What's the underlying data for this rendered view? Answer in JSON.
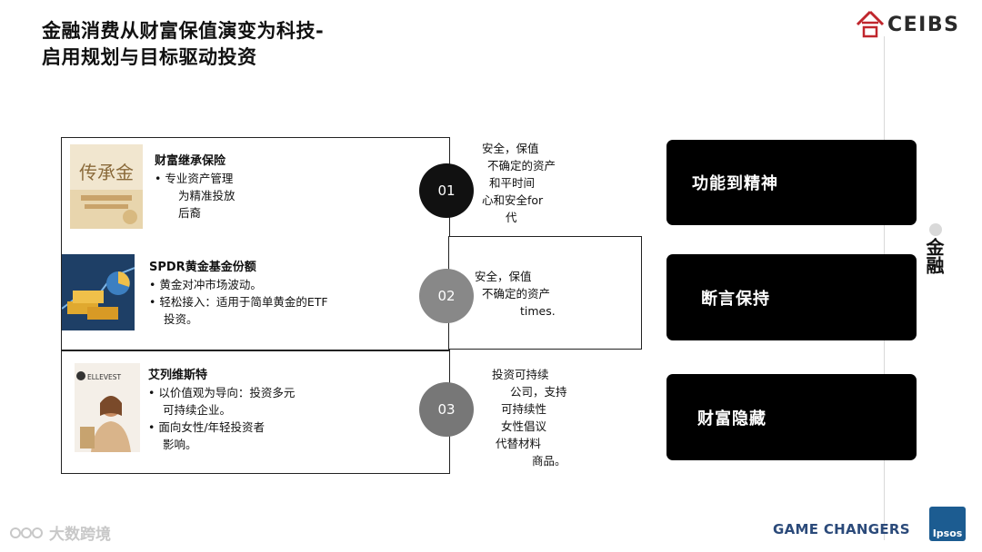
{
  "title": {
    "line1": "金融消费从财富保值演变为科技-",
    "line2": "启用规划与目标驱动投资"
  },
  "logo": {
    "text": "CEIBS",
    "icon": "ceibs-logo-icon"
  },
  "cards": [
    {
      "head": "财富继承保险",
      "lines": [
        "• 专业资产管理",
        "为精准投放",
        "后裔"
      ],
      "thumb_icon": "inheritance-insurance-image",
      "thumb_text": "传承金",
      "number": "01",
      "right_text": [
        "安全，保值",
        "不确定的资产",
        "和平时间",
        "心和安全for",
        "代"
      ]
    },
    {
      "head": "SPDR黄金基金份额",
      "lines": [
        "• 黄金对冲市场波动。",
        "• 轻松接入：适用于简单黄金的ETF",
        "投资。"
      ],
      "thumb_icon": "gold-bars-image",
      "number": "02",
      "right_text": [
        "安全，保值",
        "不确定的资产",
        "times."
      ]
    },
    {
      "head": "艾列维斯特",
      "lines": [
        "• 以价值观为导向：投资多元",
        "可持续企业。",
        "• 面向女性/年轻投资者",
        "影响。"
      ],
      "thumb_icon": "ellevest-woman-image",
      "thumb_text": "ELLEVEST",
      "number": "03",
      "right_text": [
        "投资可持续",
        "公司，支持",
        "可持续性",
        "女性倡议",
        "代替材料",
        "商品。"
      ]
    }
  ],
  "pills": [
    "功能到精神",
    "断言保持",
    "财富隐藏"
  ],
  "vertical_text": "金融",
  "footer": {
    "watermark": "大数跨境",
    "watermark_icon": "dashuju-logo-icon",
    "game_changers": "GAME CHANGERS",
    "ipsos": "Ipsos"
  }
}
